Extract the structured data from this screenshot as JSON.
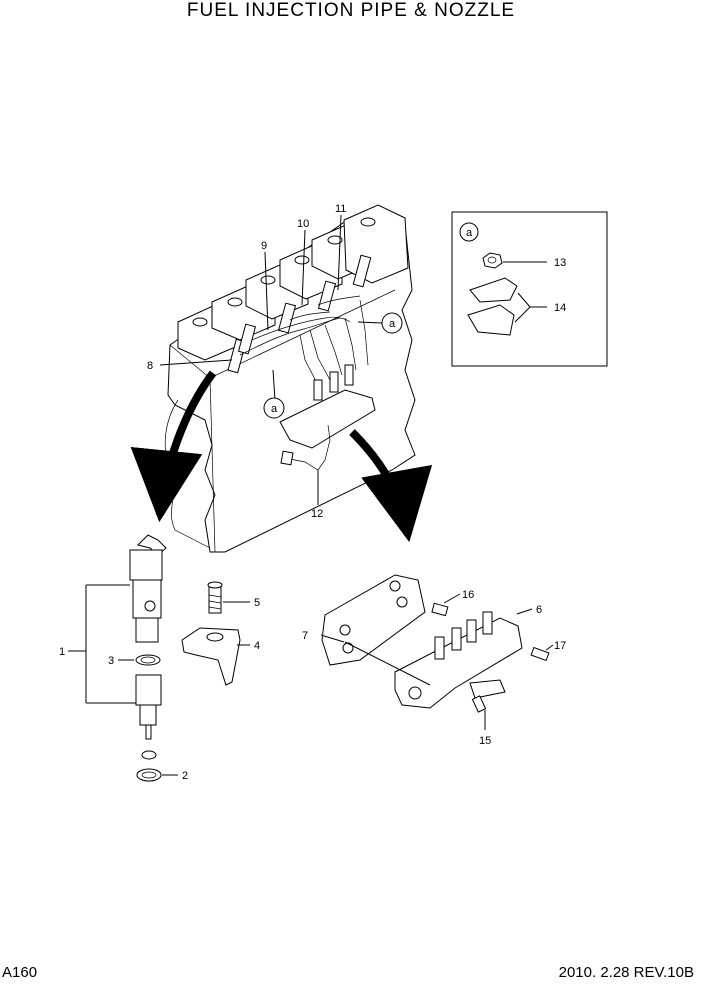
{
  "title": "FUEL INJECTION PIPE & NOZZLE",
  "footer": {
    "page_code": "A160",
    "revision": "2010. 2.28 REV.10B"
  },
  "callouts": {
    "n1": "1",
    "n2": "2",
    "n3": "3",
    "n4": "4",
    "n5": "5",
    "n6": "6",
    "n7": "7",
    "n8": "8",
    "n9": "9",
    "n10": "10",
    "n11": "11",
    "n12": "12",
    "n13": "13",
    "n14": "14",
    "n15": "15",
    "n16": "16",
    "n17": "17"
  },
  "detail_ref": "a"
}
